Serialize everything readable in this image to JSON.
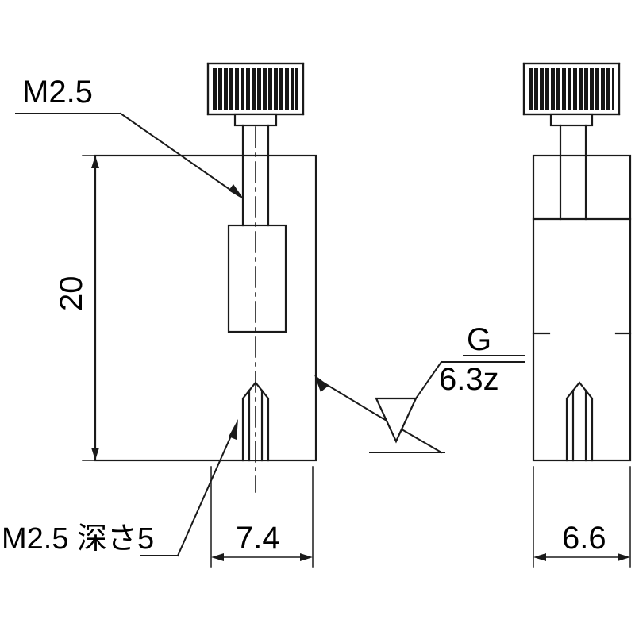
{
  "drawing": {
    "title": "Mechanical part drawing - knurled thumb screw clamp block",
    "colors": {
      "line": "#1a1a1a",
      "background": "#ffffff",
      "knurl": "#111111"
    },
    "annotations": [
      {
        "id": "thread-callout",
        "name": "M2.5",
        "text": "M2.5"
      },
      {
        "id": "height-dimension",
        "name": "20",
        "text": "20"
      },
      {
        "id": "tapped-hole-callout",
        "name": "M2.5 fukasa 5",
        "text": "M2.5 深さ5"
      },
      {
        "id": "front-width",
        "name": "7.4",
        "text": "7.4"
      },
      {
        "id": "surface-finish-g",
        "name": "G",
        "text": "G"
      },
      {
        "id": "surface-finish-value",
        "name": "6.3z",
        "text": "6.3z"
      },
      {
        "id": "side-width",
        "name": "6.6",
        "text": "6.6"
      }
    ]
  }
}
